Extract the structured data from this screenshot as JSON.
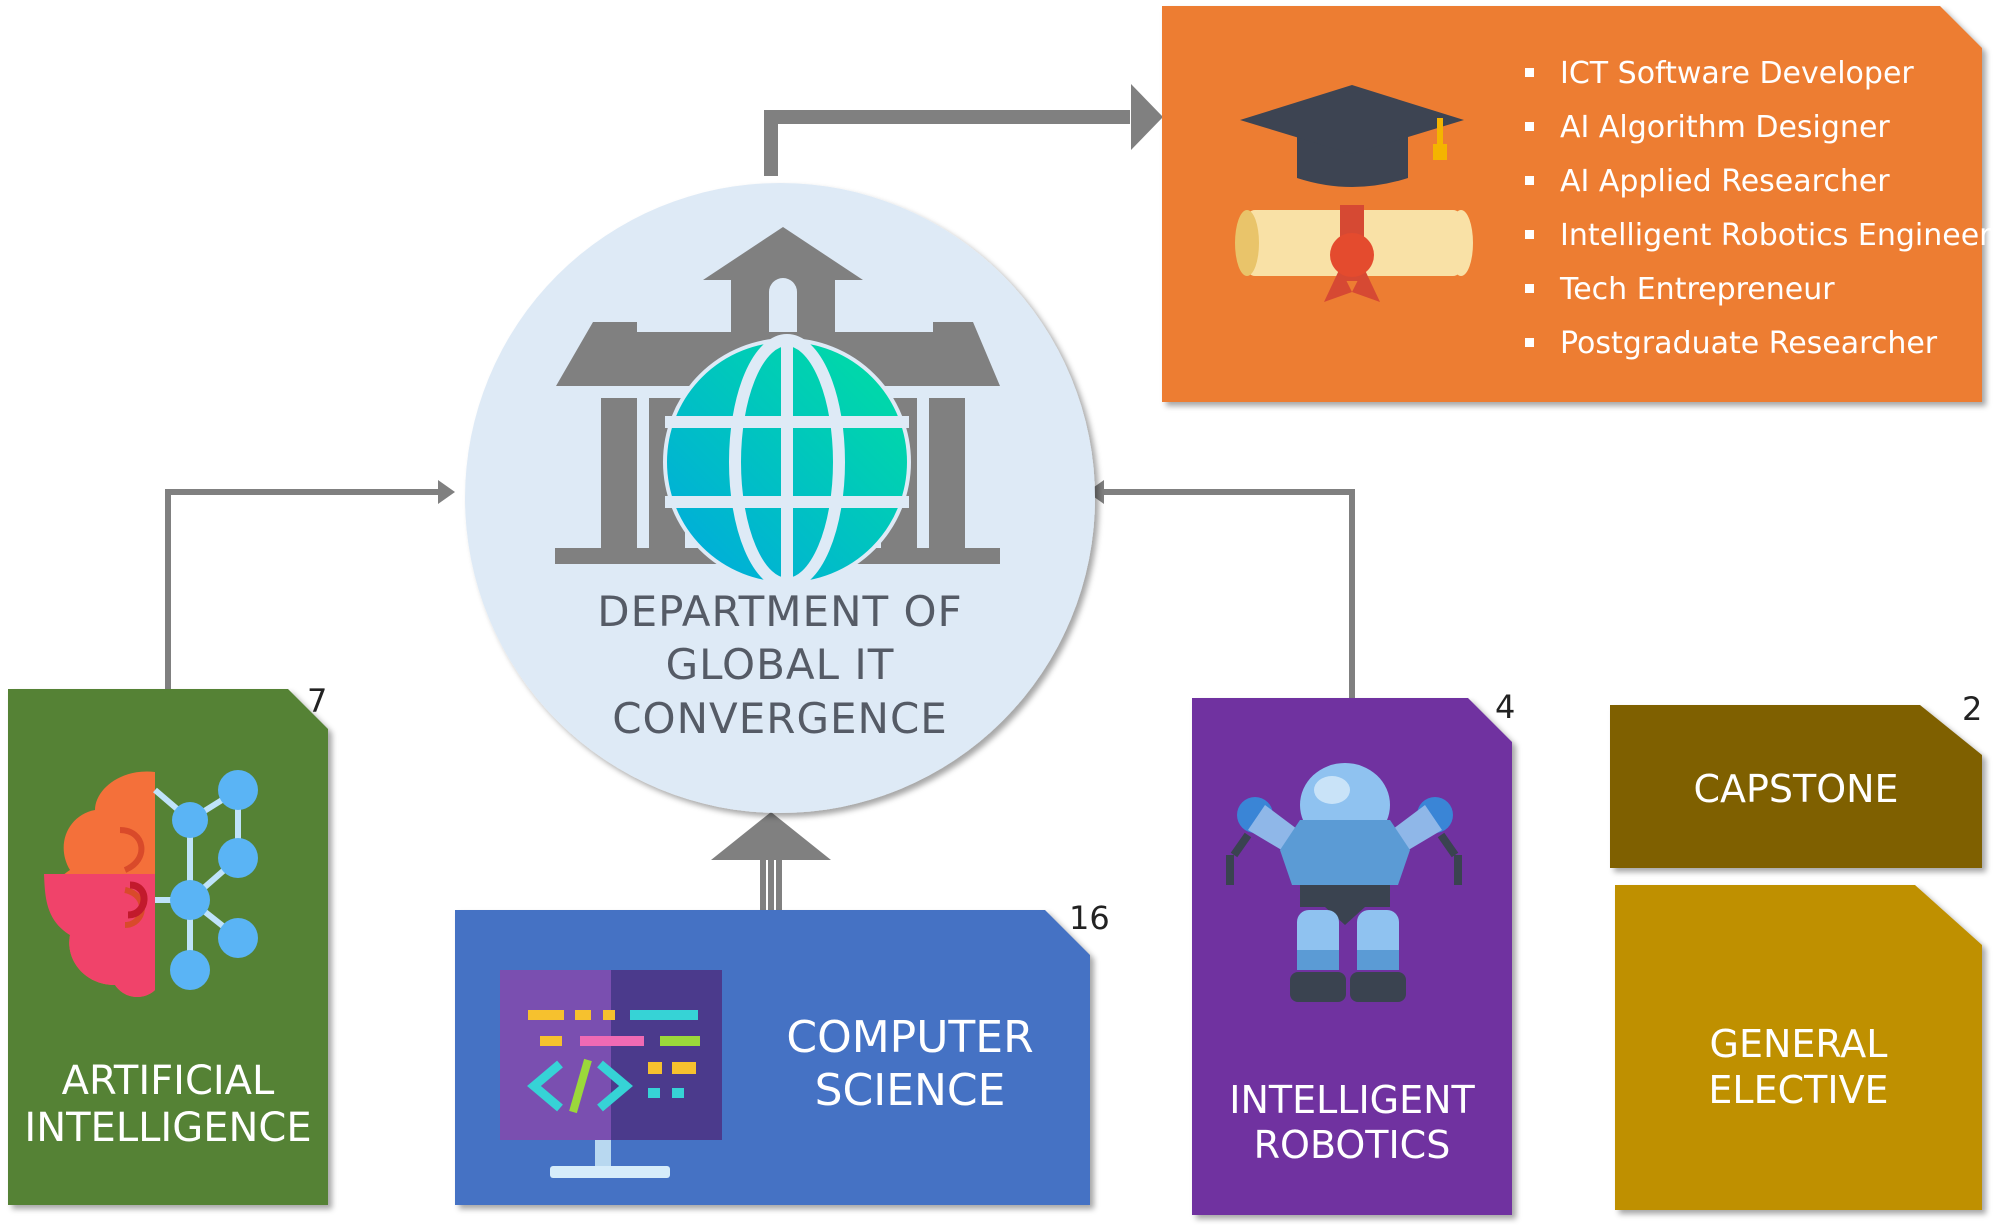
{
  "department": {
    "title_lines": [
      "DEPARTMENT OF",
      "GLOBAL IT",
      "CONVERGENCE"
    ],
    "icon": "university-globe-icon"
  },
  "careers": {
    "icon": "graduation-cap-diploma-icon",
    "items": [
      "ICT Software Developer",
      "AI Algorithm Designer",
      "AI Applied Researcher",
      "Intelligent Robotics Engineer",
      "Tech Entrepreneur",
      "Postgraduate Researcher"
    ],
    "color": "#ED7D31"
  },
  "tracks": {
    "ai": {
      "lines": [
        "ARTIFICIAL",
        "INTELLIGENCE"
      ],
      "count": "7",
      "color": "#548235",
      "icon": "brain-network-icon"
    },
    "cs": {
      "lines": [
        "COMPUTER",
        "SCIENCE"
      ],
      "count": "16",
      "color": "#4472C4",
      "icon": "code-monitor-icon"
    },
    "robotics": {
      "lines": [
        "INTELLIGENT",
        "ROBOTICS"
      ],
      "count": "4",
      "color": "#7030A0",
      "icon": "robot-icon"
    },
    "capstone": {
      "lines": [
        "CAPSTONE"
      ],
      "count": "2",
      "color": "#7F6000"
    },
    "elective": {
      "lines": [
        "GENERAL",
        "ELECTIVE"
      ],
      "color": "#BF9000"
    }
  },
  "colors": {
    "arrow": "#7F7F7F",
    "circle": "#DEEAF6"
  }
}
